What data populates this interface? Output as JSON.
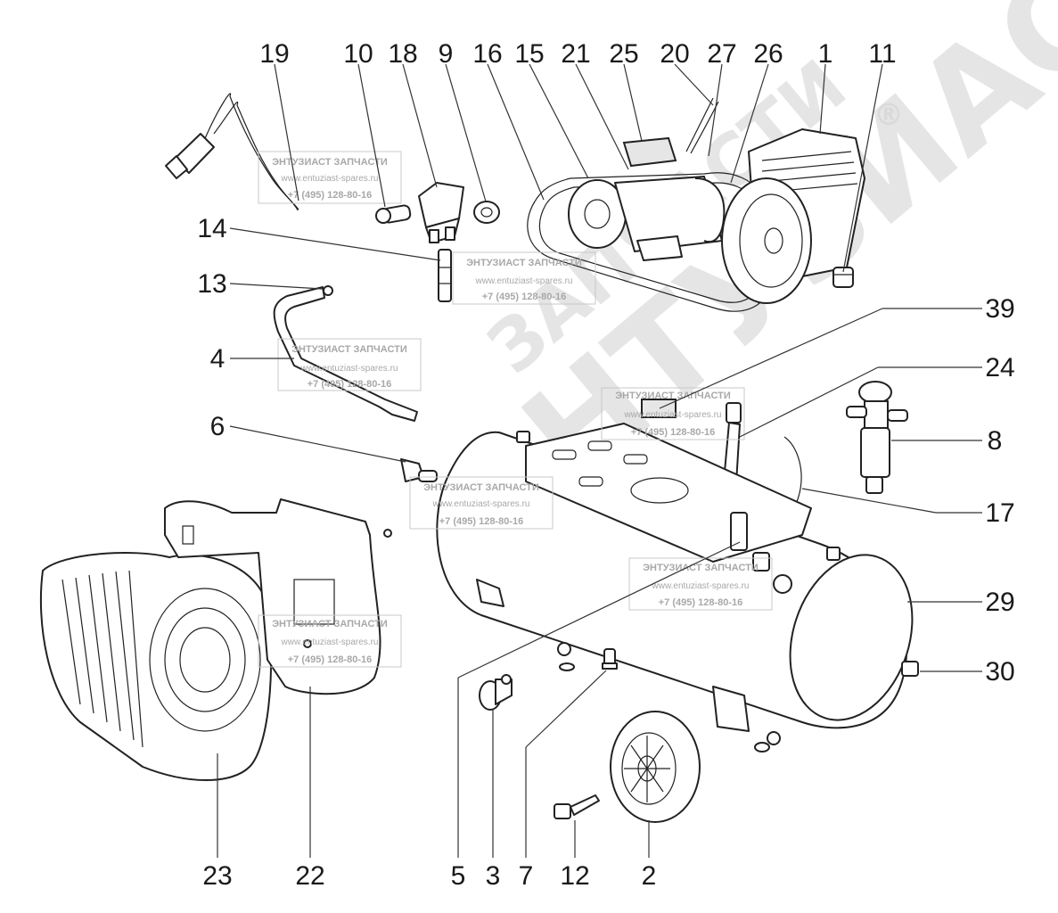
{
  "diagram": {
    "callouts": [
      "19",
      "10",
      "18",
      "9",
      "16",
      "15",
      "21",
      "25",
      "20",
      "27",
      "26",
      "1",
      "11",
      "14",
      "13",
      "4",
      "6",
      "39",
      "24",
      "8",
      "17",
      "29",
      "30",
      "23",
      "22",
      "5",
      "3",
      "7",
      "12",
      "2"
    ]
  },
  "watermark": {
    "brand": "ЭНТУЗИАСТ ЗАПЧАСТИ",
    "site": "www.entuziast-spares.ru",
    "phone": "+7 (495) 128-80-16",
    "logo_text": "ЭНТУЗИАСТ",
    "logo_sub": "ЗАПЧАСТИ",
    "registered": "®"
  }
}
